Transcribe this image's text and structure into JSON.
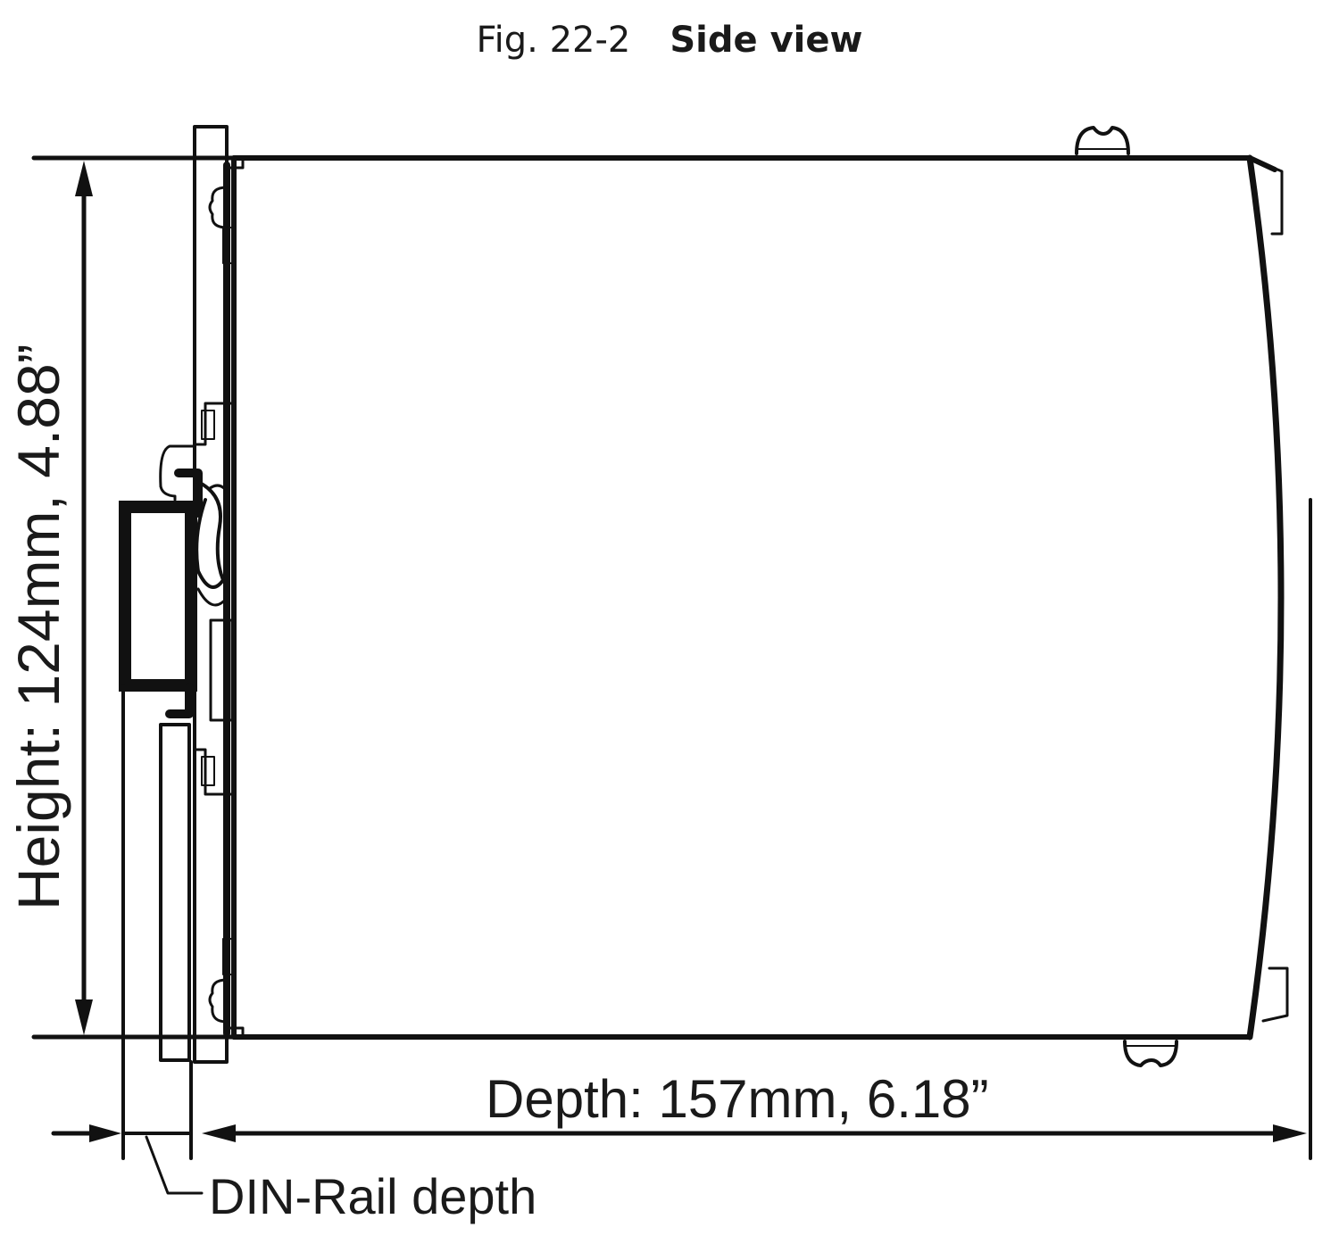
{
  "figure": {
    "number": "Fig. 22-2",
    "title": "Side view"
  },
  "dimensions": {
    "height_label": "Height: 124mm,  4.88”",
    "depth_label": "Depth: 157mm,  6.18”",
    "din_rail_label": "DIN-Rail depth"
  },
  "colors": {
    "stroke": "#111111",
    "background": "#ffffff"
  }
}
